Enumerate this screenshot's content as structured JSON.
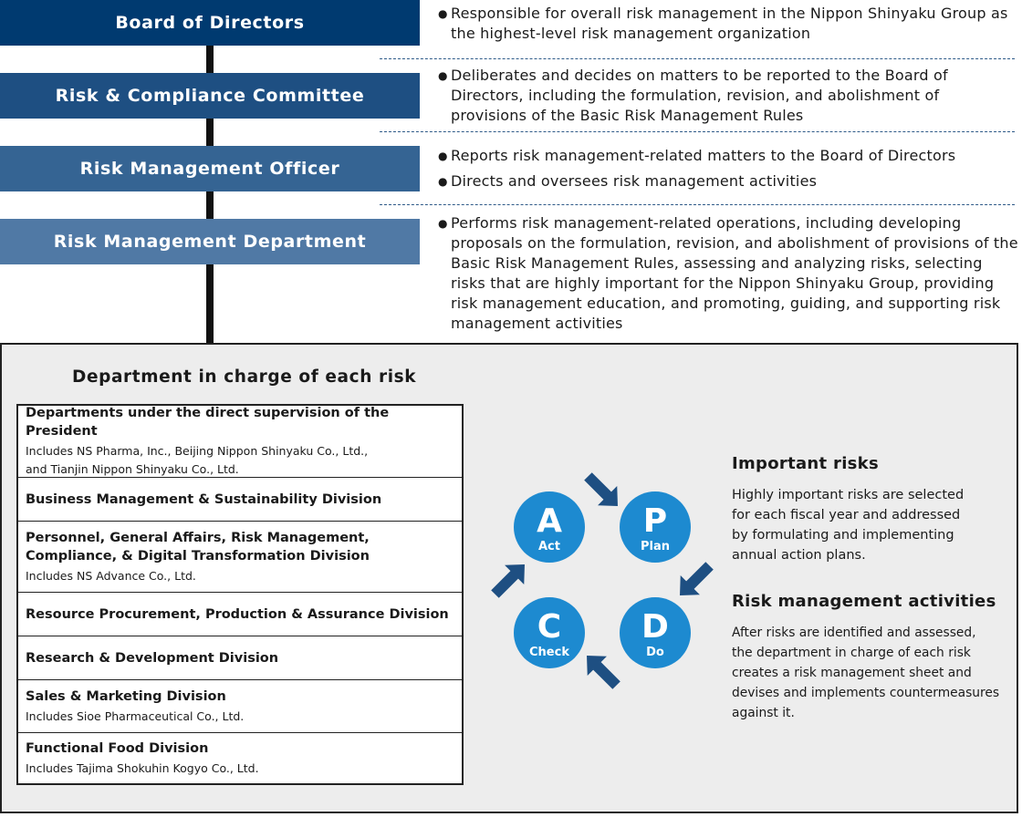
{
  "org_levels": [
    {
      "title": "Board of Directors",
      "bullets": [
        "Responsible for overall risk management in the Nippon Shinyaku Group as the highest-level risk management organization"
      ]
    },
    {
      "title": "Risk & Compliance Committee",
      "bullets": [
        "Deliberates and decides on matters to be reported to the Board of Directors, including the formulation, revision, and abolishment of provisions of the Basic Risk Management Rules"
      ]
    },
    {
      "title": "Risk Management Officer",
      "bullets": [
        "Reports risk management-related matters to the Board of Directors",
        "Directs and oversees risk management activities"
      ]
    },
    {
      "title": "Risk Management Department",
      "bullets": [
        "Performs risk management-related operations, including developing proposals on the formulation, revision, and abolishment of provisions of the Basic Risk Management Rules, assessing and analyzing risks, selecting risks that are highly important for the Nippon Shinyaku Group, providing risk management education, and promoting, guiding, and supporting risk management activities"
      ]
    }
  ],
  "bullet_glyph": "●",
  "panel": {
    "title": "Department in charge of each risk",
    "departments": [
      {
        "name": "Departments under the direct supervision of the President",
        "sub_lines": [
          "Includes NS Pharma, Inc., Beijing Nippon Shinyaku Co., Ltd.,",
          "and Tianjin Nippon Shinyaku Co., Ltd."
        ]
      },
      {
        "name": "Business Management & Sustainability Division",
        "sub_lines": []
      },
      {
        "name": "Personnel, General Affairs, Risk Management, Compliance, & Digital Transformation Division",
        "sub_lines": [
          "Includes NS Advance Co., Ltd."
        ]
      },
      {
        "name": "Resource Procurement, Production & Assurance Division",
        "sub_lines": []
      },
      {
        "name": "Research & Development Division",
        "sub_lines": []
      },
      {
        "name": "Sales & Marketing Division",
        "sub_lines": [
          "Includes Sioe Pharmaceutical Co., Ltd."
        ]
      },
      {
        "name": "Functional Food Division",
        "sub_lines": [
          "Includes Tajima Shokuhin Kogyo Co., Ltd."
        ]
      }
    ],
    "pdca": [
      {
        "letter": "A",
        "label": "Act"
      },
      {
        "letter": "P",
        "label": "Plan"
      },
      {
        "letter": "D",
        "label": "Do"
      },
      {
        "letter": "C",
        "label": "Check"
      }
    ],
    "important_risks": {
      "title": "Important risks",
      "text_lines": [
        "Highly important risks are selected",
        "for each fiscal year and addressed",
        "by formulating and implementing",
        "annual action plans."
      ]
    },
    "activities": {
      "title": "Risk management activities",
      "text_lines": [
        "After risks are identified and assessed,",
        "the department in charge of each risk",
        "creates a risk management sheet and",
        "devises and implements countermeasures",
        "against it."
      ]
    }
  },
  "colors": {
    "board": "#003a70",
    "committee": "#1e4f82",
    "officer": "#356493",
    "department": "#5079a5",
    "cycle_circle": "#1d8ad0",
    "cycle_arrow": "#1e4f82",
    "panel_bg": "#ededed"
  }
}
